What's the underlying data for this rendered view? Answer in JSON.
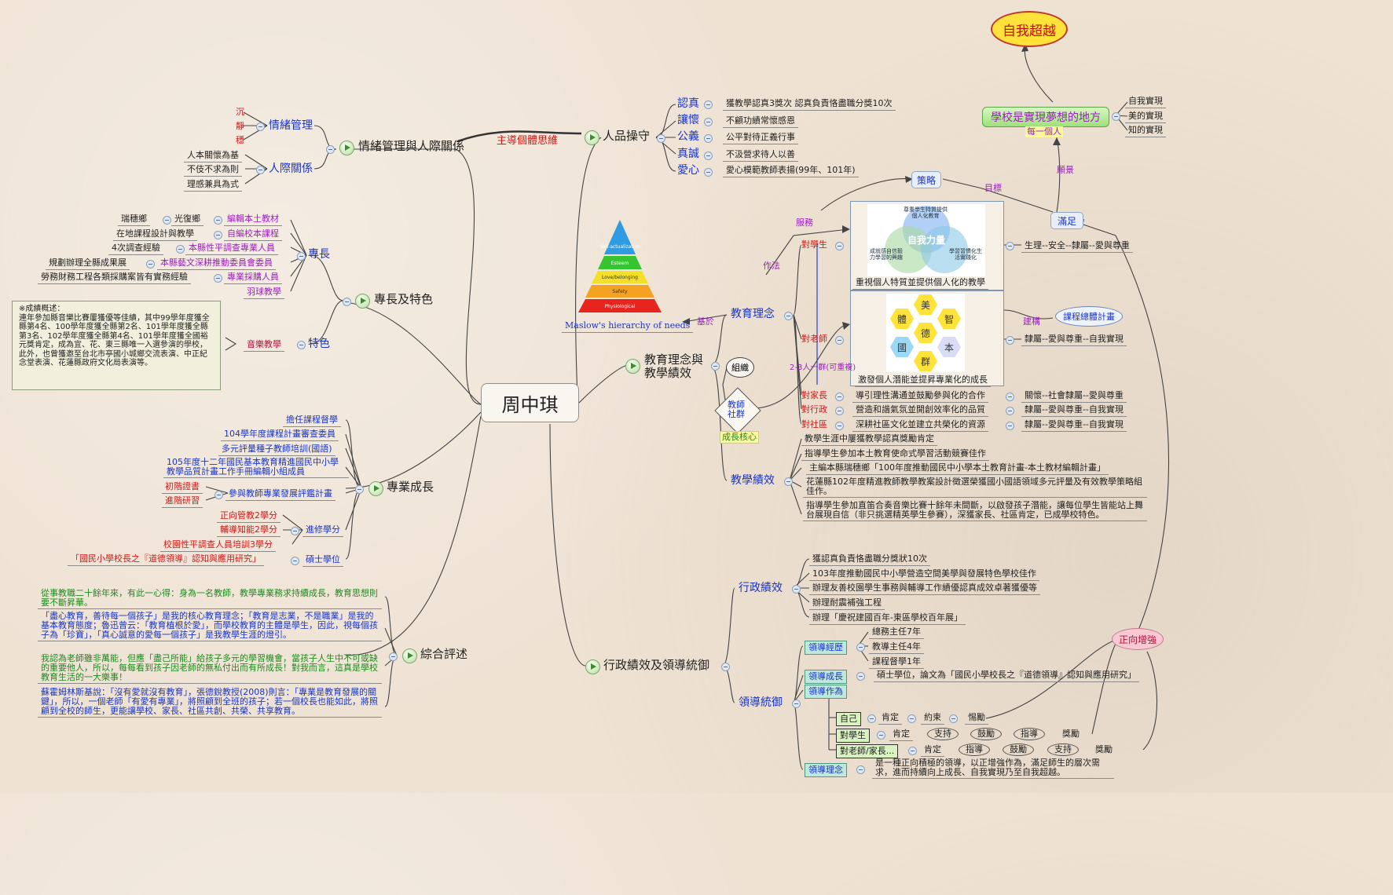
{
  "center": "周中琪",
  "top_goal": "自我超越",
  "school_dream": "學校是實現夢想的地方",
  "every_one": "每一個人",
  "dream_items": [
    "自我實現",
    "美的實現",
    "知的實現"
  ],
  "vision": "願景",
  "satisfy": "滿足",
  "target": "目標",
  "strategy": "策略",
  "positive": "正向增強",
  "lead_style": "主導個體思維",
  "renpin": {
    "title": "人品操守",
    "items": [
      {
        "k": "認真",
        "v": "獲教學認真3獎次  認真負責恪盡職分獎10次"
      },
      {
        "k": "讓懷",
        "v": "不顧功績常懷感恩"
      },
      {
        "k": "公義",
        "v": "公平對待正義行事"
      },
      {
        "k": "真誠",
        "v": "不汲營求待人以善"
      },
      {
        "k": "愛心",
        "v": "愛心模範教師表揚(99年、101年)"
      }
    ]
  },
  "emotion": {
    "title": "情緒管理與人際關係",
    "sub1": "情緒管理",
    "sub1_items": [
      "沉",
      "靜",
      "穩"
    ],
    "sub2": "人際關係",
    "sub2_items": [
      "人本關懷為基",
      "不伎不求為則",
      "理感兼具為式"
    ]
  },
  "specialty": {
    "title": "專長及特色",
    "sub1": "專長",
    "rows": [
      {
        "a": "瑞穗鄉",
        "b": "光復鄉",
        "c": "編輯本土教材"
      },
      {
        "a": "在地課程設計與教學",
        "c": "自編校本課程"
      },
      {
        "a": "4次調查經驗",
        "c": "本縣性平調查專業人員"
      },
      {
        "a": "規劃辦理全縣成果展",
        "c": "本縣藝文深耕推動委員會委員"
      },
      {
        "a": "勞務財務工程各類採購案皆有實務經驗",
        "c": "專業採購人員"
      },
      {
        "c": "羽球教學"
      }
    ],
    "sub2": "特色",
    "music": "音樂教學",
    "note": "※成績概述：\n連年參加縣音樂比賽屢獲優等佳績，其中99學年度獲全縣第4名、100學年度獲全縣第2名、101學年度獲全縣第3名、102學年度獲全縣第4名、101學年度獲全國裕元獎肯定，成為宜、花、東三縣唯一入選參演的學校，此外，也曾獲邀至台北市亭國小城鄉交流表演、中正紀念堂表演、花蓮縣政府文化局表演等。"
  },
  "growth": {
    "title": "專業成長",
    "items": [
      "擔任課程督學",
      "104學年度課程計畫審查委員",
      "多元評量種子教師培訓(國語)",
      "105年度十二年國民基本教育精進國民中小學教學品質計畫工作手冊編輯小組成員"
    ],
    "evaluation": "參與教師專業發展評鑑計畫",
    "eval_a": "初階證書",
    "eval_b": "進階研習",
    "study": "進修學分",
    "study_items": [
      "正向管教2學分",
      "輔導知能2學分",
      "校園性平調查人員培訓3學分"
    ],
    "master": "碩士學位",
    "thesis": "「國民小學校長之『道德領導』認知與應用研究」"
  },
  "comment": {
    "title": "綜合評述",
    "p1": "從事教職二十餘年來，有此一心得：身為一名教師，教學專業務求持續成長，教育思想則要不斷昇華。",
    "p2": "「盡心教育，善待每一個孩子」是我的核心教育理念；「教育是志業，不是職業」是我的基本教育態度；魯迅曾云：「教育植根於愛」，而學校教育的主體是學生，因此，視每個孩子為「珍寶」，「真心誠意的愛每一個孩子」是我教學生涯的燈引。",
    "p3": "我認為老師雖非萬能，但應「盡己所能」給孩子多元的學習機會，當孩子人生中不可或缺的重要他人，所以，每每看到孩子因老師的無私付出而有所成長！對我而言，這真是學校教育生活的一大樂事！",
    "p4": "蘇霍姆林斯基說：「沒有愛就沒有教育」，張德銳教授(2008)則言：「專業是教育發展的關鍵」，所以，一個老師「有愛有專業」，將照顧到全班的孩子；若一個校長也能如此，將照顧到全校的師生，更能讓學校、家長、社區共創、共榮、共享教育。"
  },
  "maslow": {
    "caption": "Maslow's hierarchy of needs",
    "levels": [
      "Self-actualization",
      "Esteem",
      "Love/belonging",
      "Safety",
      "Physiological"
    ],
    "colors": [
      "#2f9be3",
      "#36c431",
      "#f4e02a",
      "#f5a122",
      "#e8241f"
    ],
    "based": "基於"
  },
  "edu": {
    "title": "教育理念與教學績效",
    "idea": "教育理念",
    "method": "作法",
    "service": "服務",
    "students": "對學生",
    "students_cap": "重視個人特質並提供個人化的教學",
    "students_right": "生理--安全--隸屬--愛與尊重",
    "venn_title": "自我力量",
    "venn_a": "尊重學生特質提供個人化教育",
    "venn_b": "成就感自信毅力學習的興趣",
    "venn_c": "學習習慣化生活實踐化",
    "teachers": "對老師",
    "teachers_cap": "激發個人潛能並提昇專業化的成長",
    "teachers_right": "隸屬--愛與尊重--自我實現",
    "build": "建構",
    "curriculum": "課程總體計畫",
    "hex": [
      "美",
      "體",
      "智",
      "德",
      "國",
      "本",
      "群"
    ],
    "group_note": "2-3人一群(可重複)",
    "org": "組織",
    "community": "教師\n社群",
    "core": "成長核心",
    "parents": "對家長",
    "parents_mid": "導引理性溝通並鼓勵參與化的合作",
    "parents_right": "關懷--社會隸屬--愛與尊重",
    "admin": "對行政",
    "admin_mid": "營造和諧氣氛並開創效率化的品質",
    "admin_right": "隸屬--愛與尊重--自我實現",
    "commu": "對社區",
    "commu_mid": "深耕社區文化並建立共榮化的資源",
    "commu_right": "隸屬--愛與尊重--自我實現",
    "perf": "教學績效",
    "perf_items": [
      "教學生涯中屢獲教學認真獎勵肯定",
      "指導學生參加本土教育使命式學習活動競賽佳作",
      "主編本縣瑞穗鄉「100年度推動國民中小學本土教育計畫-本土教材編輯計畫」",
      "花蓮縣102年度精進教師教學教案設計徵選榮獲國小國語領域多元評量及有效教學策略組佳作。",
      "指導學生參加直笛合奏音樂比賽十餘年未間斷，以啟發孩子潛能，讓每位學生皆能站上舞台展現自信（非只挑選精英學生參賽），深獲家長、社區肯定，已成學校特色。"
    ]
  },
  "admin": {
    "title": "行政績效及領導統御",
    "perf": "行政績效",
    "perf_items": [
      "獲認真負責恪盡職分獎狀10次",
      "103年度推動國民中小學營造空間美學與發展特色學校佳作",
      "辦理友善校園學生事務與輔導工作績優認真成效卓著獲優等",
      "辦理耐震補強工程",
      "辦理「慶祝建國百年-東區學校百年展」"
    ],
    "lead": "領導統御",
    "exp": "領導經歷",
    "exp_items": [
      "總務主任7年",
      "教導主任4年",
      "課程督學1年"
    ],
    "grow": "領導成長",
    "grow_text": "碩士學位，論文為「國民小學校長之『道德領導』認知與應用研究」",
    "act": "領導作為",
    "self": "自己",
    "self_chain": [
      "肯定",
      "約束",
      "惕勵"
    ],
    "stu": "對學生",
    "stu_chain": [
      "肯定",
      "支持",
      "鼓勵",
      "指導",
      "獎勵"
    ],
    "tp": "對老師/家長...",
    "tp_chain": [
      "肯定",
      "指導",
      "鼓勵",
      "支持",
      "獎勵"
    ],
    "concept": "領導理念",
    "concept_text": "是一種正向積極的領導，以正增強作為，滿足師生的層次需求，進而持續向上成長、自我實現乃至自我超越。"
  },
  "colors": {
    "title_blue": "#1a35c8",
    "red": "#d11919",
    "purple": "#9b1fc0",
    "green": "#1f8a1f",
    "goal_fill": "#ffe23a"
  }
}
